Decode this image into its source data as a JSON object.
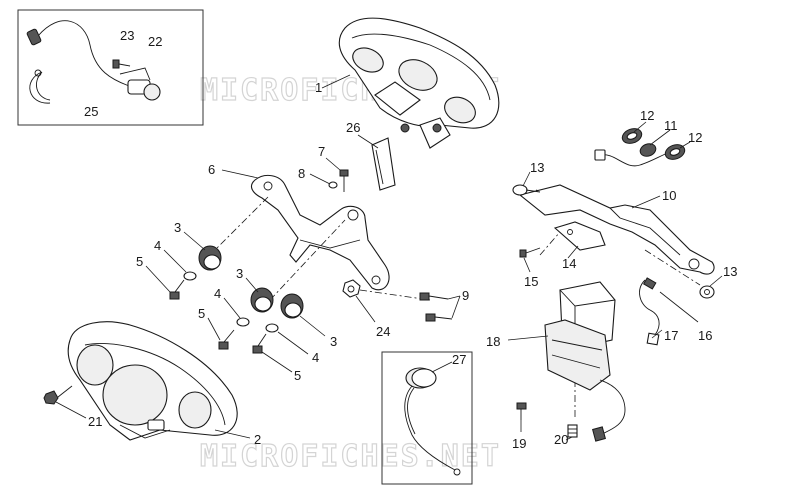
{
  "watermark": "MICROFICHES.NET",
  "callouts": [
    {
      "id": "c1",
      "label": "1"
    },
    {
      "id": "c2",
      "label": "2"
    },
    {
      "id": "c3a",
      "label": "3"
    },
    {
      "id": "c3b",
      "label": "3"
    },
    {
      "id": "c3c",
      "label": "3"
    },
    {
      "id": "c4a",
      "label": "4"
    },
    {
      "id": "c4b",
      "label": "4"
    },
    {
      "id": "c4c",
      "label": "4"
    },
    {
      "id": "c5a",
      "label": "5"
    },
    {
      "id": "c5b",
      "label": "5"
    },
    {
      "id": "c5c",
      "label": "5"
    },
    {
      "id": "c6",
      "label": "6"
    },
    {
      "id": "c7",
      "label": "7"
    },
    {
      "id": "c8",
      "label": "8"
    },
    {
      "id": "c9",
      "label": "9"
    },
    {
      "id": "c10",
      "label": "10"
    },
    {
      "id": "c11",
      "label": "11"
    },
    {
      "id": "c12a",
      "label": "12"
    },
    {
      "id": "c12b",
      "label": "12"
    },
    {
      "id": "c13a",
      "label": "13"
    },
    {
      "id": "c13b",
      "label": "13"
    },
    {
      "id": "c14",
      "label": "14"
    },
    {
      "id": "c15",
      "label": "15"
    },
    {
      "id": "c16",
      "label": "16"
    },
    {
      "id": "c17",
      "label": "17"
    },
    {
      "id": "c18",
      "label": "18"
    },
    {
      "id": "c19",
      "label": "19"
    },
    {
      "id": "c20",
      "label": "20"
    },
    {
      "id": "c21",
      "label": "21"
    },
    {
      "id": "c22",
      "label": "22"
    },
    {
      "id": "c23",
      "label": "23"
    },
    {
      "id": "c24",
      "label": "24"
    },
    {
      "id": "c25",
      "label": "25"
    },
    {
      "id": "c26",
      "label": "26"
    },
    {
      "id": "c27",
      "label": "27"
    }
  ]
}
